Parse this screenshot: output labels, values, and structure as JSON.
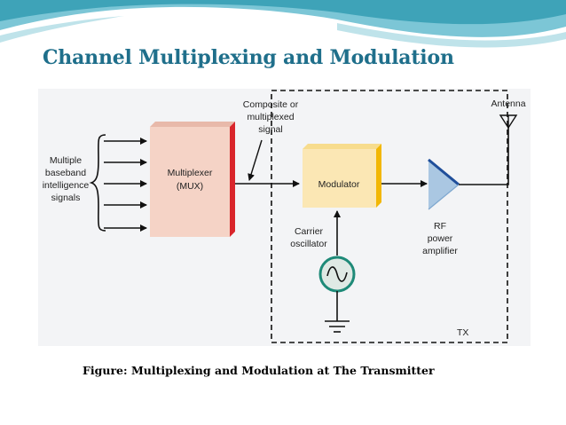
{
  "title": "Channel Multiplexing and Modulation",
  "caption": "Figure: Multiplexing and Modulation at The Transmitter",
  "diagram": {
    "input_label": [
      "Multiple",
      "baseband",
      "intelligence",
      "signals"
    ],
    "mux_label": [
      "Multiplexer",
      "(MUX)"
    ],
    "composite_label": [
      "Composite or",
      "multiplexed",
      "signal"
    ],
    "modulator_label": "Modulator",
    "carrier_label": [
      "Carrier",
      "oscillator"
    ],
    "rf_label": [
      "RF",
      "power",
      "amplifier"
    ],
    "antenna_label": "Antenna",
    "tx_label": "TX"
  },
  "colors": {
    "title": "#1f6f8b",
    "wave_teal": "#3ea3b8",
    "wave_light": "#bfe3ea",
    "diagram_bg": "#f3f4f6",
    "mux_fill": "#f5d3c6",
    "mux_edge": "#d9252b",
    "modulator_fill": "#fbe7b4",
    "modulator_edge": "#f2b705",
    "amp_fill": "#aac7e2",
    "amp_edge": "#1f4e9a",
    "oscillator": "#1e8a78"
  }
}
